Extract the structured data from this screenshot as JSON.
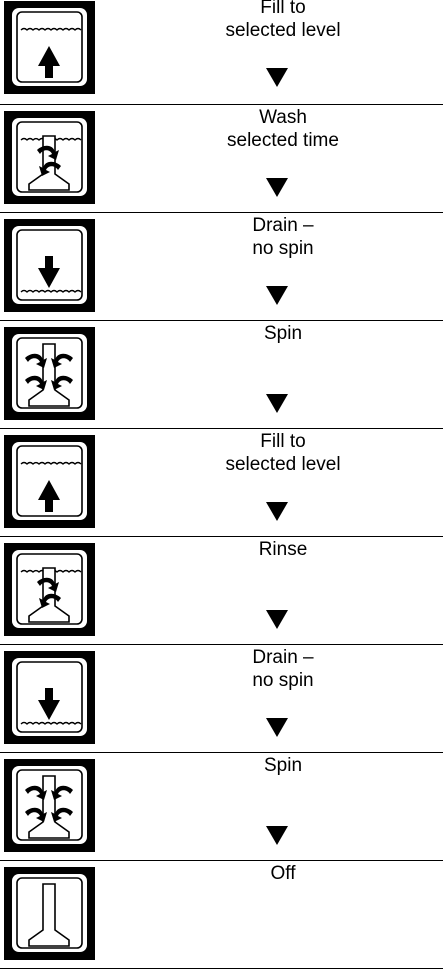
{
  "steps": [
    {
      "label": "Fill to\nselected level",
      "icon": "fill-icon",
      "arrow": true
    },
    {
      "label": "Wash\nselected time",
      "icon": "wash-icon",
      "arrow": true
    },
    {
      "label": "Drain –\nno spin",
      "icon": "drain-icon",
      "arrow": true
    },
    {
      "label": "Spin",
      "icon": "spin-icon",
      "arrow": true
    },
    {
      "label": "Fill to\nselected level",
      "icon": "fill-icon",
      "arrow": true
    },
    {
      "label": "Rinse",
      "icon": "rinse-icon",
      "arrow": true
    },
    {
      "label": "Drain –\nno spin",
      "icon": "drain-icon",
      "arrow": true
    },
    {
      "label": "Spin",
      "icon": "spin-icon",
      "arrow": true
    },
    {
      "label": "Off",
      "icon": "off-icon",
      "arrow": false
    }
  ]
}
